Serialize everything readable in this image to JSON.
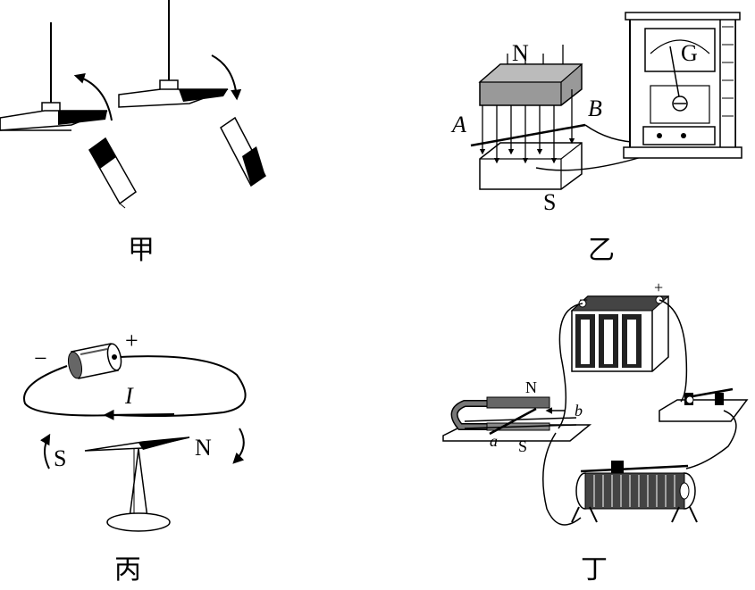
{
  "panels": {
    "jia": {
      "caption": "甲"
    },
    "yi": {
      "caption": "乙",
      "pole_n": "N",
      "pole_s": "S",
      "point_a": "A",
      "point_b": "B",
      "meter": "G"
    },
    "bing": {
      "caption": "丙",
      "plus": "+",
      "minus": "−",
      "current": "I",
      "pole_s": "S",
      "pole_n": "N"
    },
    "ding": {
      "caption": "丁",
      "plus": "+",
      "minus": "−",
      "pole_n": "N",
      "pole_s": "S",
      "rod_a": "a",
      "rod_b": "b"
    }
  }
}
